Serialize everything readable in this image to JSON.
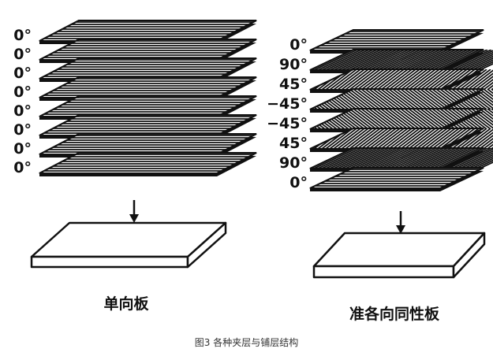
{
  "left_panel": {
    "label": "单向板",
    "plies": [
      "0°",
      "0°",
      "0°",
      "0°",
      "0°",
      "0°",
      "0°",
      "0°"
    ]
  },
  "right_panel": {
    "label": "准各向同性板",
    "plies": [
      "0°",
      "90°",
      "45°",
      "−45°",
      "−45°",
      "45°",
      "90°",
      "0°"
    ]
  },
  "caption": "图3 各种夹层与铺层结构"
}
